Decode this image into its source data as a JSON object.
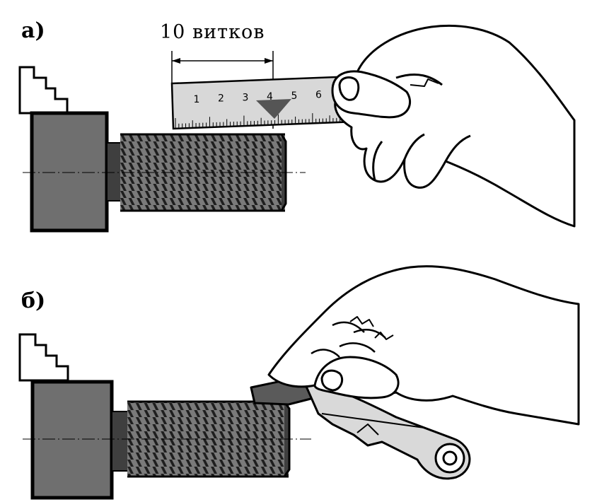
{
  "panels": {
    "a": {
      "label": "а)"
    },
    "b": {
      "label": "б)"
    }
  },
  "dimension": {
    "label": "10 витков"
  },
  "ruler": {
    "ticks": [
      "1",
      "2",
      "3",
      "4",
      "5",
      "6"
    ]
  },
  "colors": {
    "ink": "#000000",
    "metal": "#6f6f6f",
    "metal_dark": "#3f3f3f",
    "ruler": "#d8d8d8",
    "paper": "#ffffff"
  }
}
